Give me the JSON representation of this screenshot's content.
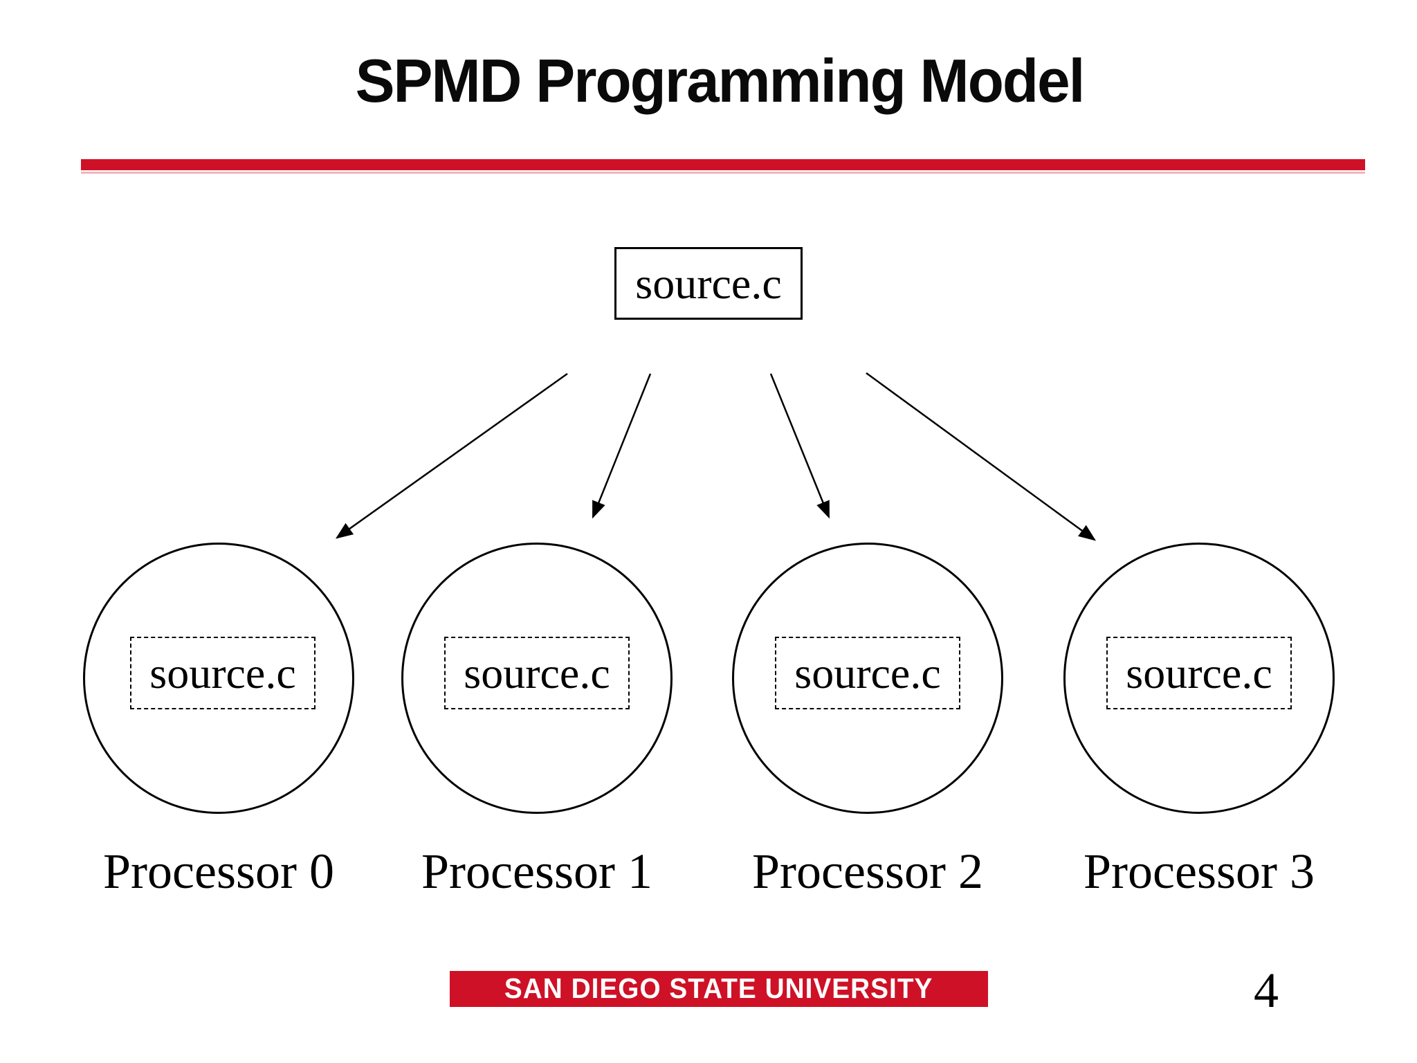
{
  "slide": {
    "title": "SPMD Programming Model",
    "page_number": "4",
    "accent_color": "#CE1126"
  },
  "diagram": {
    "source_box": {
      "label": "source.c"
    },
    "processors": [
      {
        "label": "Processor 0",
        "file": "source.c"
      },
      {
        "label": "Processor 1",
        "file": "source.c"
      },
      {
        "label": "Processor 2",
        "file": "source.c"
      },
      {
        "label": "Processor 3",
        "file": "source.c"
      }
    ]
  },
  "footer": {
    "logo_text": "SAN DIEGO STATE UNIVERSITY"
  }
}
